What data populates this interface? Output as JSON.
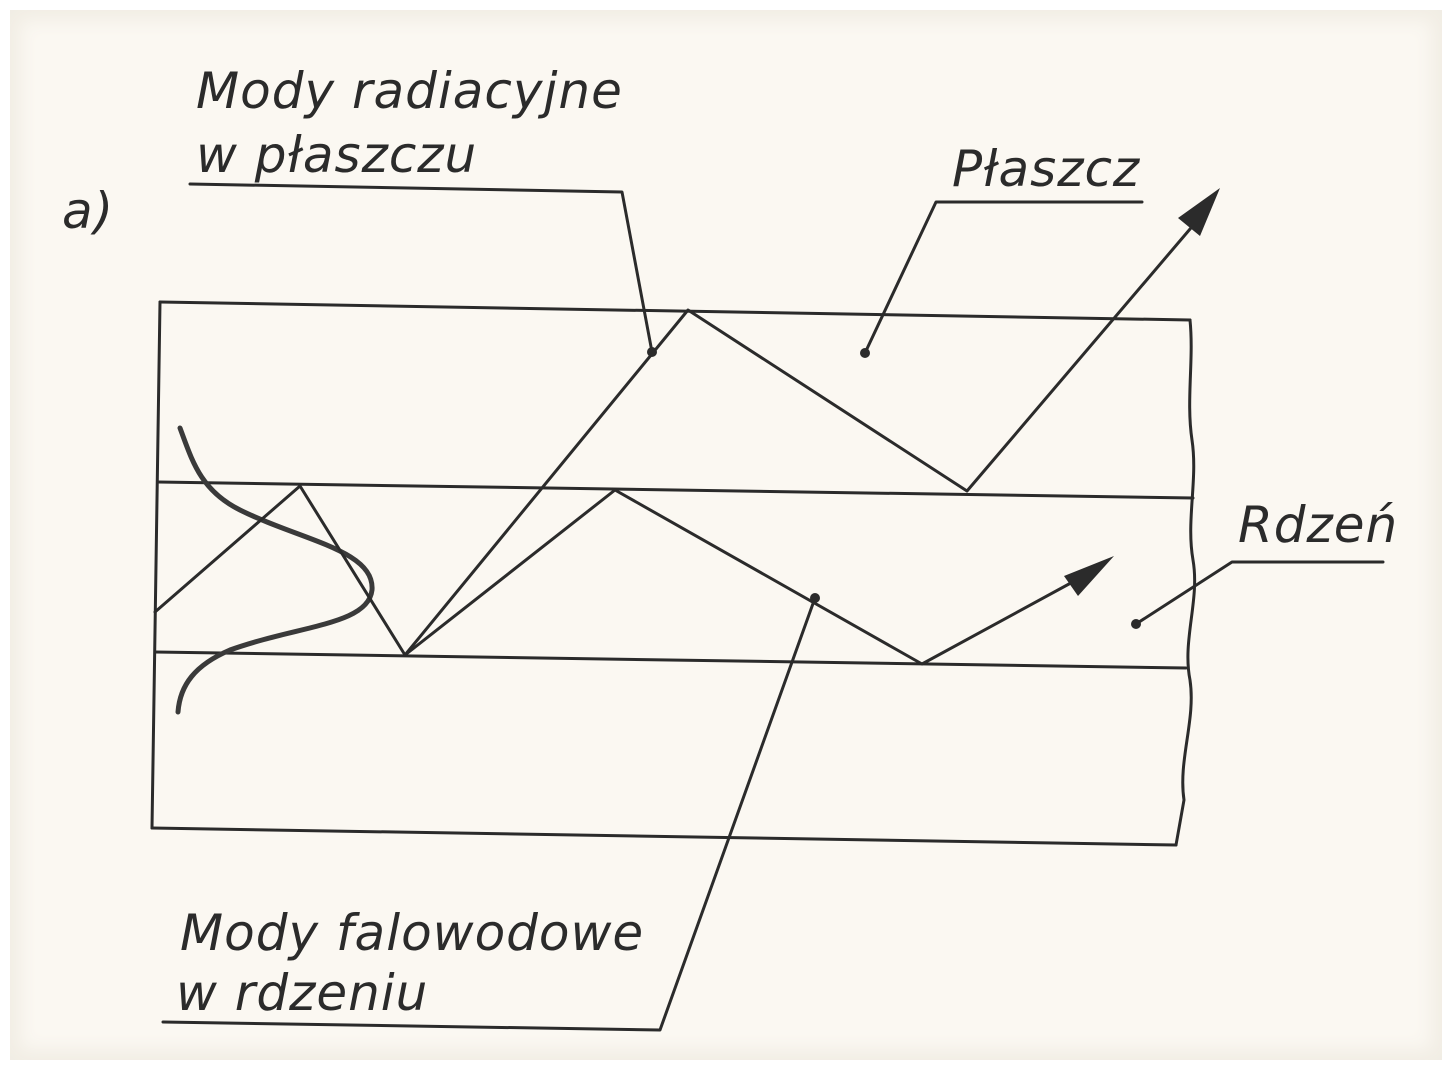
{
  "figure": {
    "panel_label": "a)",
    "labels": {
      "radiation_modes_line1": "Mody radiacyjne",
      "radiation_modes_line2": "w płaszczu",
      "cladding": "Płaszcz",
      "core": "Rdzeń",
      "waveguide_modes_line1": "Mody falowodowe",
      "waveguide_modes_line2": "w rdzeniu"
    }
  },
  "colors": {
    "ink": "#2b2b2b",
    "paper": "#fbf8f2"
  }
}
